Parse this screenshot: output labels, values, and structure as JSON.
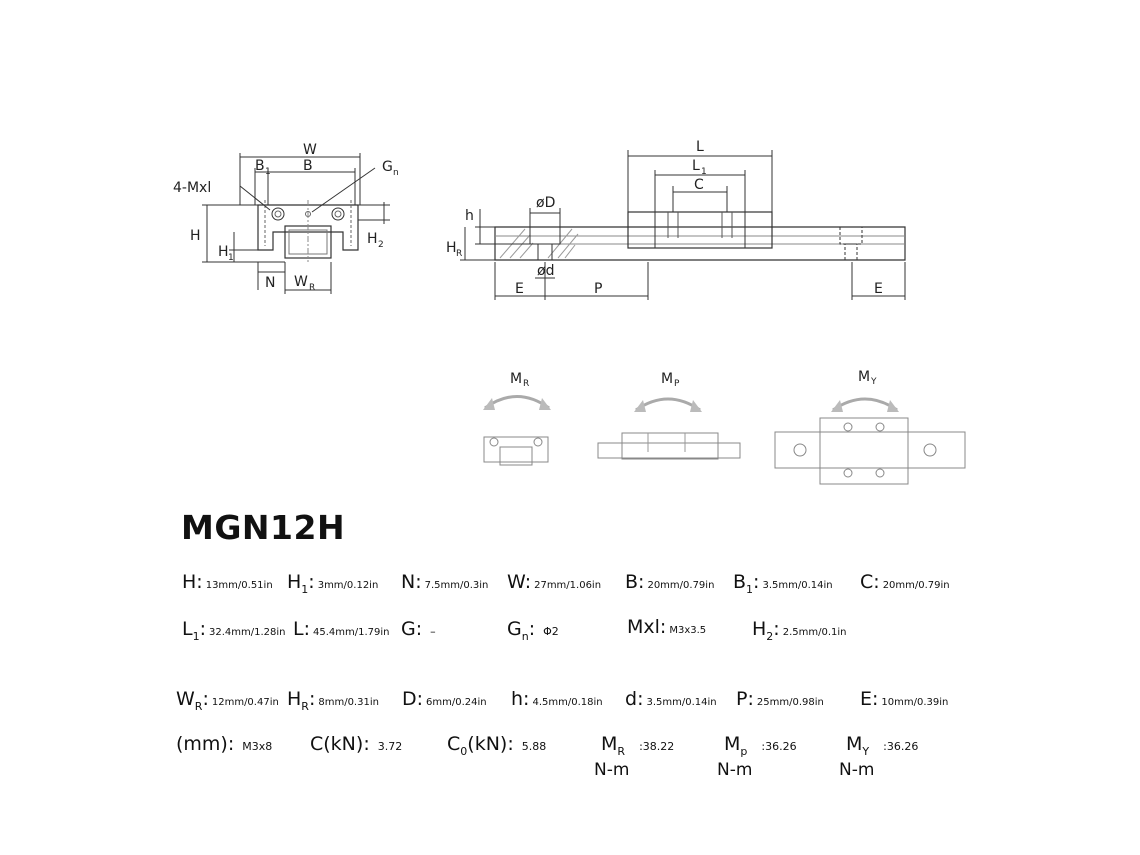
{
  "diagram": {
    "front_labels": {
      "mxl": "4-Mxl",
      "w": "W",
      "b1": "B",
      "b1_sub": "1",
      "b": "B",
      "gn": "G",
      "gn_sub": "n",
      "h": "H",
      "h1": "H",
      "h1_sub": "1",
      "h2": "H",
      "h2_sub": "2",
      "n": "N",
      "wr": "W",
      "wr_sub": "R"
    },
    "side_labels": {
      "l": "L",
      "l1": "L",
      "l1_sub": "1",
      "c": "C",
      "od": "øD",
      "h": "h",
      "hr": "H",
      "hr_sub": "R",
      "d": "ød",
      "e_left": "E",
      "p": "P",
      "e_right": "E"
    },
    "moment_labels": {
      "mr": "M",
      "mr_sub": "R",
      "mp": "M",
      "mp_sub": "P",
      "my": "M",
      "my_sub": "Y"
    }
  },
  "model": "MGN12H",
  "specs": {
    "row1": [
      {
        "label": "H",
        "sub": "",
        "value": "13mm/0.51in"
      },
      {
        "label": "H",
        "sub": "1",
        "value": "3mm/0.12in"
      },
      {
        "label": "N",
        "sub": "",
        "value": "7.5mm/0.3in"
      },
      {
        "label": "W",
        "sub": "",
        "value": "27mm/1.06in"
      },
      {
        "label": "B",
        "sub": "",
        "value": "20mm/0.79in"
      },
      {
        "label": "B",
        "sub": "1",
        "value": "3.5mm/0.14in"
      },
      {
        "label": "C",
        "sub": "",
        "value": "20mm/0.79in"
      }
    ],
    "row2": [
      {
        "label": "L",
        "sub": "1",
        "value": "32.4mm/1.28in"
      },
      {
        "label": "L",
        "sub": "",
        "value": "45.4mm/1.79in"
      },
      {
        "label": "G",
        "sub": "",
        "value": "–"
      },
      {
        "label": "G",
        "sub": "n",
        "value": "Φ2"
      },
      {
        "label": "Mxl",
        "sub": "",
        "value": "M3x3.5"
      },
      {
        "label": "H",
        "sub": "2",
        "value": "2.5mm/0.1in"
      }
    ],
    "row3": [
      {
        "label": "W",
        "sub": "R",
        "value": "12mm/0.47in"
      },
      {
        "label": "H",
        "sub": "R",
        "value": "8mm/0.31in"
      },
      {
        "label": "D",
        "sub": "",
        "value": "6mm/0.24in"
      },
      {
        "label": "h",
        "sub": "",
        "value": "4.5mm/0.18in"
      },
      {
        "label": "d",
        "sub": "",
        "value": "3.5mm/0.14in"
      },
      {
        "label": "P",
        "sub": "",
        "value": "25mm/0.98in"
      },
      {
        "label": "E",
        "sub": "",
        "value": "10mm/0.39in"
      }
    ],
    "row4": [
      {
        "label": "(mm)",
        "sub": "",
        "value": "M3x8"
      },
      {
        "label": "C(kN)",
        "sub": "",
        "value": "3.72"
      },
      {
        "label": "C",
        "sub": "0",
        "label_tail": "(kN)",
        "value": "5.88"
      }
    ],
    "moments": [
      {
        "label": "M",
        "sub": "R",
        "unit": "N-m",
        "value": "38.22"
      },
      {
        "label": "M",
        "sub": "p",
        "unit": "N-m",
        "value": "36.26"
      },
      {
        "label": "M",
        "sub": "Y",
        "unit": "N-m",
        "value": "36.26"
      }
    ]
  }
}
